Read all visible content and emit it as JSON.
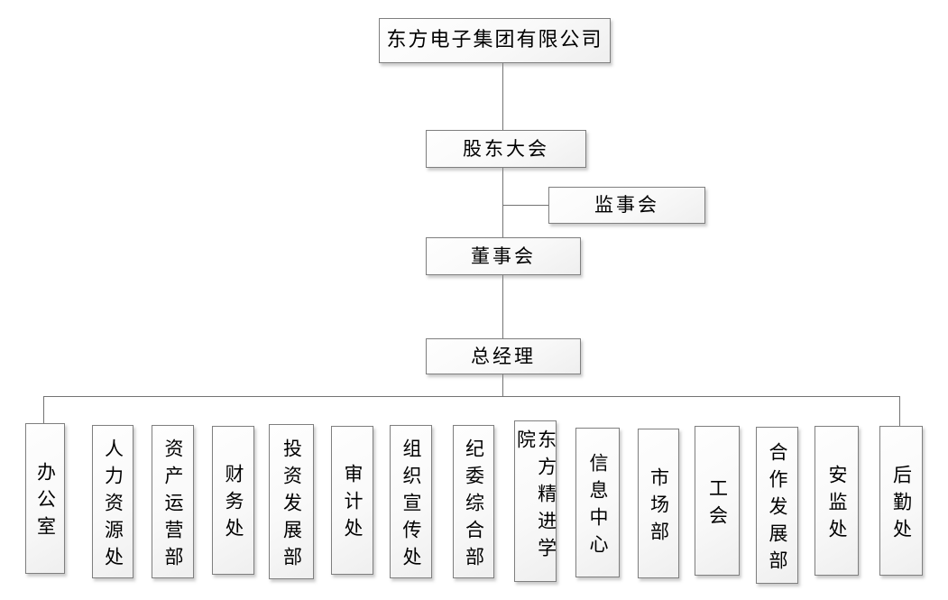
{
  "diagram": {
    "type": "org-chart",
    "title": "东方电子集团有限公司",
    "nodes": {
      "company": "东方电子集团有限公司",
      "shareholders_meeting": "股东大会",
      "supervisory_board": "监事会",
      "board_of_directors": "董事会",
      "general_manager": "总经理"
    },
    "departments": [
      "办公室",
      "人力资源处",
      "资产运营部",
      "财务处",
      "投资发展部",
      "审计处",
      "组织宣传处",
      "纪委综合部",
      "东方精进学院",
      "信息中心",
      "市场部",
      "工会",
      "合作发展部",
      "安监处",
      "后勤处"
    ],
    "edges": [
      [
        "company",
        "shareholders_meeting"
      ],
      [
        "shareholders_meeting",
        "supervisory_board"
      ],
      [
        "shareholders_meeting",
        "board_of_directors"
      ],
      [
        "board_of_directors",
        "general_manager"
      ],
      [
        "general_manager",
        "all_departments"
      ]
    ],
    "colors": {
      "background": "#ffffff",
      "box_fill_top": "#fefefe",
      "box_fill_bottom": "#efefef",
      "box_border": "#7f7f7f",
      "connector": "#737373",
      "text": "#000000"
    }
  }
}
